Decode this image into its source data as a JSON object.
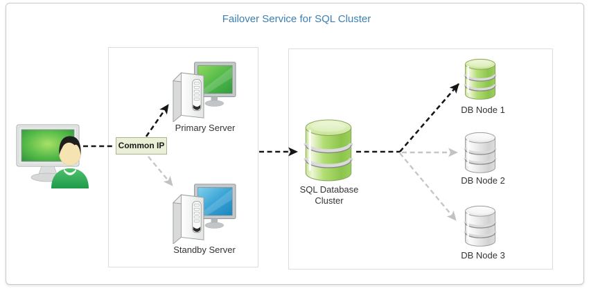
{
  "diagram": {
    "title": "Failover Service for SQL Cluster",
    "nodes": {
      "common_ip": {
        "label": "Common IP"
      },
      "primary_server": {
        "label": "Primary Server",
        "status": "active"
      },
      "standby_server": {
        "label": "Standby Server",
        "status": "standby"
      },
      "sql_cluster": {
        "label": "SQL Database Cluster",
        "status": "active"
      },
      "db_node_1": {
        "label": "DB Node 1",
        "status": "active"
      },
      "db_node_2": {
        "label": "DB Node 2",
        "status": "standby"
      },
      "db_node_3": {
        "label": "DB Node 3",
        "status": "standby"
      }
    },
    "edges": [
      {
        "from": "user",
        "to": "common_ip",
        "style": "active"
      },
      {
        "from": "common_ip",
        "to": "primary_server",
        "style": "active"
      },
      {
        "from": "common_ip",
        "to": "standby_server",
        "style": "standby"
      },
      {
        "from": "common_ip",
        "to": "sql_cluster",
        "style": "active"
      },
      {
        "from": "sql_cluster",
        "to": "db_node_1",
        "style": "active"
      },
      {
        "from": "sql_cluster",
        "to": "db_node_2",
        "style": "standby"
      },
      {
        "from": "sql_cluster",
        "to": "db_node_3",
        "style": "standby"
      }
    ],
    "colors": {
      "title_text": "#3b7fb4",
      "active_edge": "#161616",
      "standby_edge": "#c6c6c6",
      "active_node_green": "#9ed050",
      "standby_node_gray": "#e9e9e9",
      "common_ip_bg": "#eaf0d6"
    }
  }
}
